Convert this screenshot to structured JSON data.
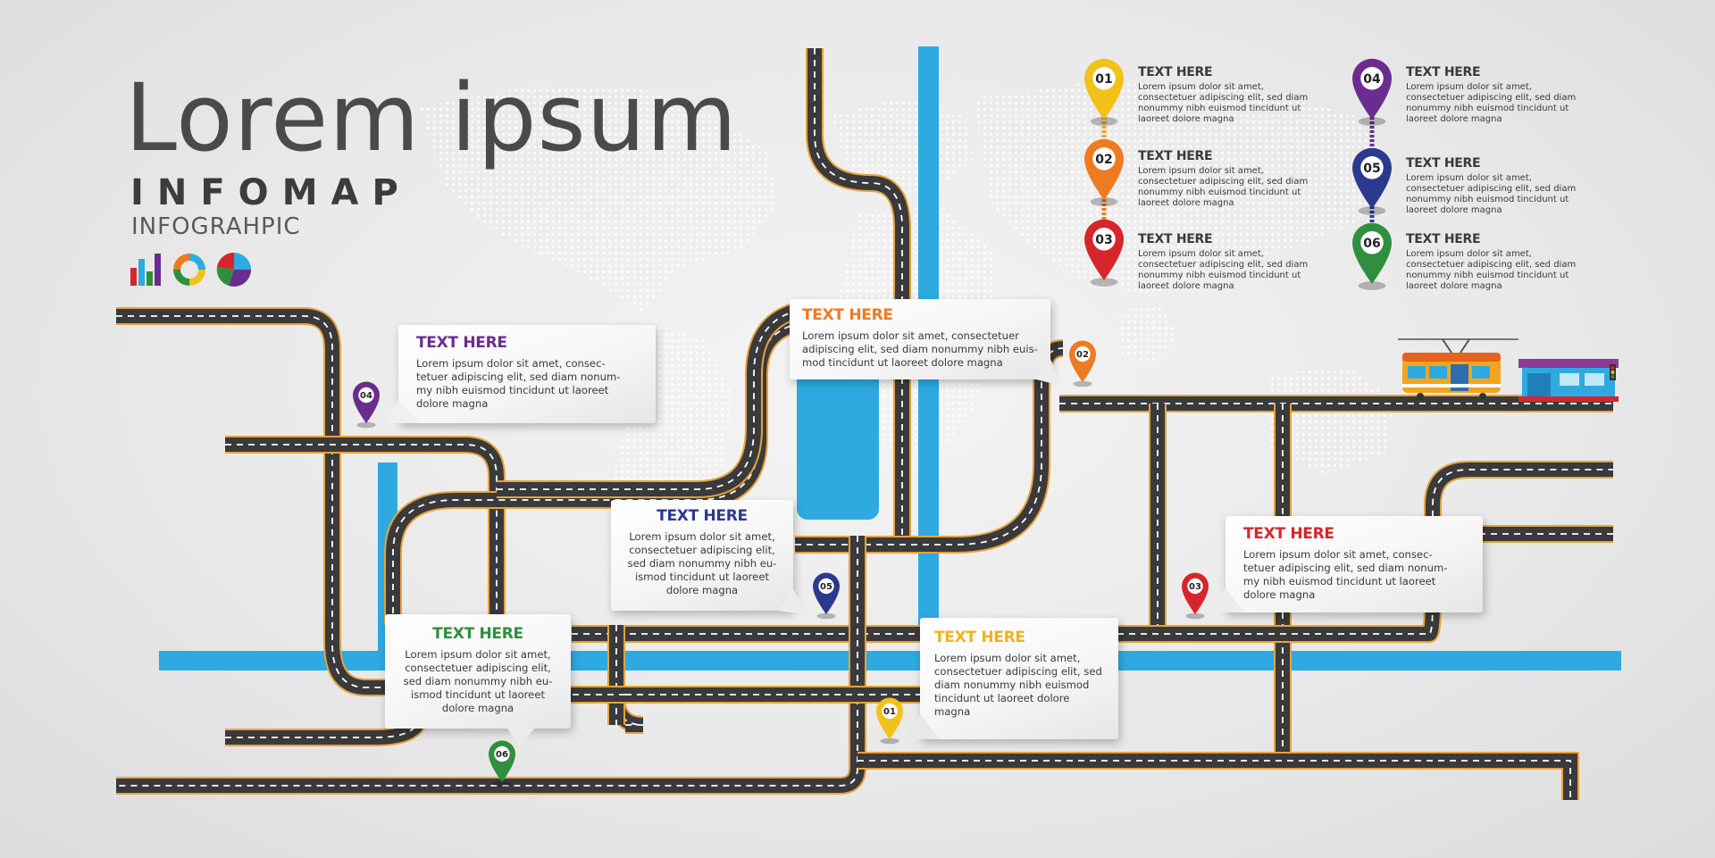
{
  "header": {
    "title": "Lorem ipsum",
    "subtitle": "INFOMAP",
    "tagline": "INFOGRAHPIC",
    "icons": [
      "bar-chart-icon",
      "donut-chart-icon",
      "pie-chart-icon"
    ]
  },
  "colors": {
    "road": "#3a3a3c",
    "road_edge": "#e8a33a",
    "road_dash": "#ffffff",
    "river": "#2eaae1",
    "yellow": "#f2c21b",
    "orange": "#ee7a22",
    "red": "#d6262b",
    "purple": "#6a2d8f",
    "navy": "#2b3a8f",
    "green": "#2f8f3e"
  },
  "legend": [
    {
      "number": "01",
      "title": "TEXT HERE",
      "body": "Lorem ipsum dolor sit amet, consectetuer adipiscing elit, sed diam nonummy nibh euismod tincidunt ut laoreet dolore magna",
      "color": "#f2c21b"
    },
    {
      "number": "02",
      "title": "TEXT HERE",
      "body": "Lorem ipsum dolor sit amet, consectetuer adipiscing elit, sed diam nonummy nibh euismod tincidunt ut laoreet dolore magna",
      "color": "#ee7a22"
    },
    {
      "number": "03",
      "title": "TEXT HERE",
      "body": "Lorem ipsum dolor sit amet, consectetuer adipiscing elit, sed diam nonummy nibh euismod tincidunt ut laoreet dolore magna",
      "color": "#d6262b"
    },
    {
      "number": "04",
      "title": "TEXT HERE",
      "body": "Lorem ipsum dolor sit amet, consectetuer adipiscing elit, sed diam nonummy nibh euismod tincidunt ut laoreet dolore magna",
      "color": "#6a2d8f"
    },
    {
      "number": "05",
      "title": "TEXT HERE",
      "body": "Lorem ipsum dolor sit amet, consectetuer adipiscing elit, sed diam nonummy nibh euismod tincidunt ut laoreet dolore magna",
      "color": "#2b3a8f"
    },
    {
      "number": "06",
      "title": "TEXT HERE",
      "body": "Lorem ipsum dolor sit amet, consectetuer adipiscing elit, sed diam nonummy nibh euismod tincidunt ut laoreet dolore magna",
      "color": "#2f8f3e"
    }
  ],
  "callouts": {
    "c04": {
      "title": "TEXT HERE",
      "body": [
        "Lorem ipsum dolor sit amet, consec-",
        "tetuer adipiscing elit, sed diam nonum-",
        "my nibh euismod tincidunt ut laoreet",
        "dolore magna"
      ],
      "color": "#6a2d8f"
    },
    "c02": {
      "title": "TEXT HERE",
      "body": [
        "Lorem ipsum dolor sit amet, consectetuer",
        "adipiscing elit, sed diam nonummy nibh euis-",
        "mod tincidunt ut laoreet dolore magna"
      ],
      "color": "#ee7a22"
    },
    "c05": {
      "title": "TEXT HERE",
      "body": [
        "Lorem ipsum dolor sit amet,",
        "consectetuer adipiscing elit,",
        "sed diam nonummy nibh eu-",
        "ismod tincidunt ut laoreet",
        "dolore magna"
      ],
      "color": "#2b3a8f"
    },
    "c06": {
      "title": "TEXT HERE",
      "body": [
        "Lorem ipsum dolor sit amet,",
        "consectetuer adipiscing elit,",
        "sed diam nonummy nibh eu-",
        "ismod tincidunt ut laoreet",
        "dolore magna"
      ],
      "color": "#2f8f3e"
    },
    "c01": {
      "title": "TEXT HERE",
      "body": [
        "Lorem ipsum dolor sit amet,",
        "consectetuer adipiscing elit, sed",
        "diam nonummy nibh euismod",
        "tincidunt ut laoreet dolore",
        "magna"
      ],
      "color": "#f2c21b"
    },
    "c03": {
      "title": "TEXT HERE",
      "body": [
        "Lorem ipsum dolor sit amet, consec-",
        "tetuer adipiscing elit, sed diam nonum-",
        "my nibh euismod tincidunt ut laoreet",
        "dolore magna"
      ],
      "color": "#d6262b"
    }
  },
  "map_pins": [
    {
      "number": "04",
      "color": "#6a2d8f"
    },
    {
      "number": "02",
      "color": "#ee7a22"
    },
    {
      "number": "05",
      "color": "#2b3a8f"
    },
    {
      "number": "03",
      "color": "#d6262b"
    },
    {
      "number": "06",
      "color": "#2f8f3e"
    },
    {
      "number": "01",
      "color": "#f2c21b"
    }
  ]
}
